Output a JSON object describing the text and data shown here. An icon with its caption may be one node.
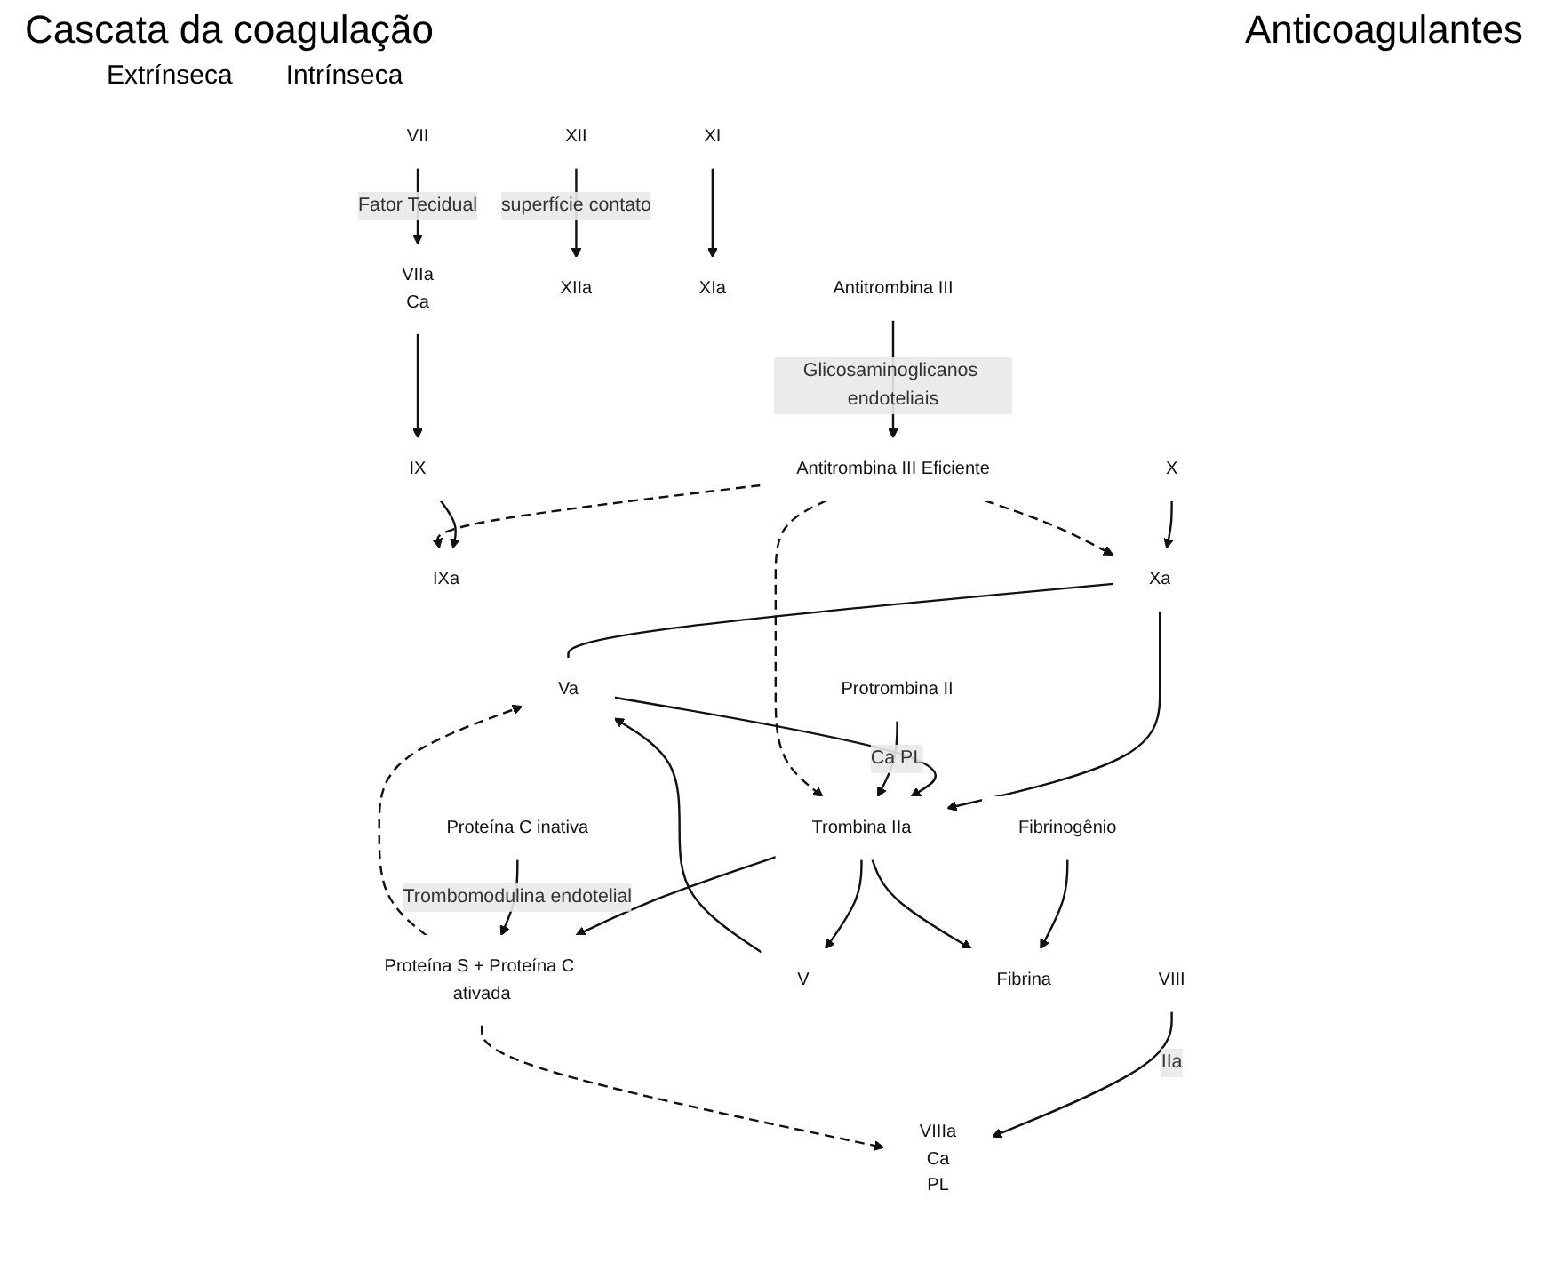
{
  "diagram": {
    "title": "Cascata da coagulação",
    "nodes": [
      {
        "text": [
          "VII"
        ]
      },
      {
        "text": [
          "VIIa",
          "Ca"
        ]
      },
      {
        "text": [
          "XII"
        ]
      },
      {
        "text": [
          "XIIa"
        ]
      },
      {
        "text": [
          "XI"
        ]
      },
      {
        "text": [
          "XIa"
        ]
      },
      {
        "text": [
          "IX"
        ]
      },
      {
        "text": [
          "IXa"
        ]
      },
      {
        "text": [
          "VIII"
        ]
      },
      {
        "text": [
          "VIIIa",
          "Ca",
          "PL"
        ]
      },
      {
        "text": [
          "X"
        ]
      },
      {
        "text": [
          "Xa"
        ]
      },
      {
        "text": [
          "V"
        ]
      },
      {
        "text": [
          "Va"
        ]
      },
      {
        "text": [
          "Protrombina II"
        ]
      },
      {
        "text": [
          "Trombina IIa"
        ]
      },
      {
        "text": [
          "Fibrinogênio"
        ]
      },
      {
        "text": [
          "Fibrina"
        ]
      },
      {
        "text": [
          "Antitrombina III"
        ]
      },
      {
        "text": [
          "Antitrombina III Eficiente"
        ]
      },
      {
        "text": [
          "Proteína S + Proteína C ativada"
        ]
      },
      {
        "text": [
          "Proteína C inativa"
        ]
      }
    ],
    "edges": [
      {
        "from": 0,
        "to": 1,
        "arrow": "to",
        "label": "Fator Tecidual"
      },
      {
        "from": 2,
        "to": 3,
        "arrow": "to",
        "label": "superfície contato"
      },
      {
        "from": 4,
        "to": 5,
        "arrow": "to"
      },
      {
        "from": 6,
        "to": 7,
        "arrow": "to"
      },
      {
        "from": 1,
        "to": 6,
        "arrow": "to"
      },
      {
        "from": 8,
        "to": 9,
        "arrow": "to",
        "label": "IIa"
      },
      {
        "from": 10,
        "to": 11,
        "arrow": "to"
      },
      {
        "from": 12,
        "to": 13,
        "arrow": "to"
      },
      {
        "from": 11,
        "to": 13,
        "arrow": "none"
      },
      {
        "from": 11,
        "to": 15,
        "arrow": "to"
      },
      {
        "from": 13,
        "to": 15,
        "arrow": "to"
      },
      {
        "from": 15,
        "to": 12,
        "arrow": "to"
      },
      {
        "from": 14,
        "to": 15,
        "arrow": "to",
        "label": "Ca PL"
      },
      {
        "from": 16,
        "to": 17,
        "arrow": "to"
      },
      {
        "from": 15,
        "to": 17,
        "arrow": "to"
      },
      {
        "from": 15,
        "to": 20,
        "arrow": "to"
      },
      {
        "from": 18,
        "to": 19,
        "arrow": "to",
        "label": "Glicosaminoglicanos endoteliais"
      },
      {
        "from": 21,
        "to": 20,
        "arrow": "to",
        "label": "Trombomodulina endotelial"
      },
      {
        "from": 19,
        "to": 7,
        "arrow": "to",
        "style": "dashed"
      },
      {
        "from": 19,
        "to": 11,
        "arrow": "to",
        "style": "dashed"
      },
      {
        "from": 19,
        "to": 15,
        "arrow": "to",
        "style": "dashed"
      },
      {
        "from": 20,
        "to": 9,
        "arrow": "to",
        "style": "dashed"
      },
      {
        "from": 20,
        "to": 13,
        "arrow": "to",
        "style": "dashed"
      }
    ],
    "labels": [
      "Anticoagulantes",
      "Extrínseca",
      "Intrínseca"
    ]
  }
}
